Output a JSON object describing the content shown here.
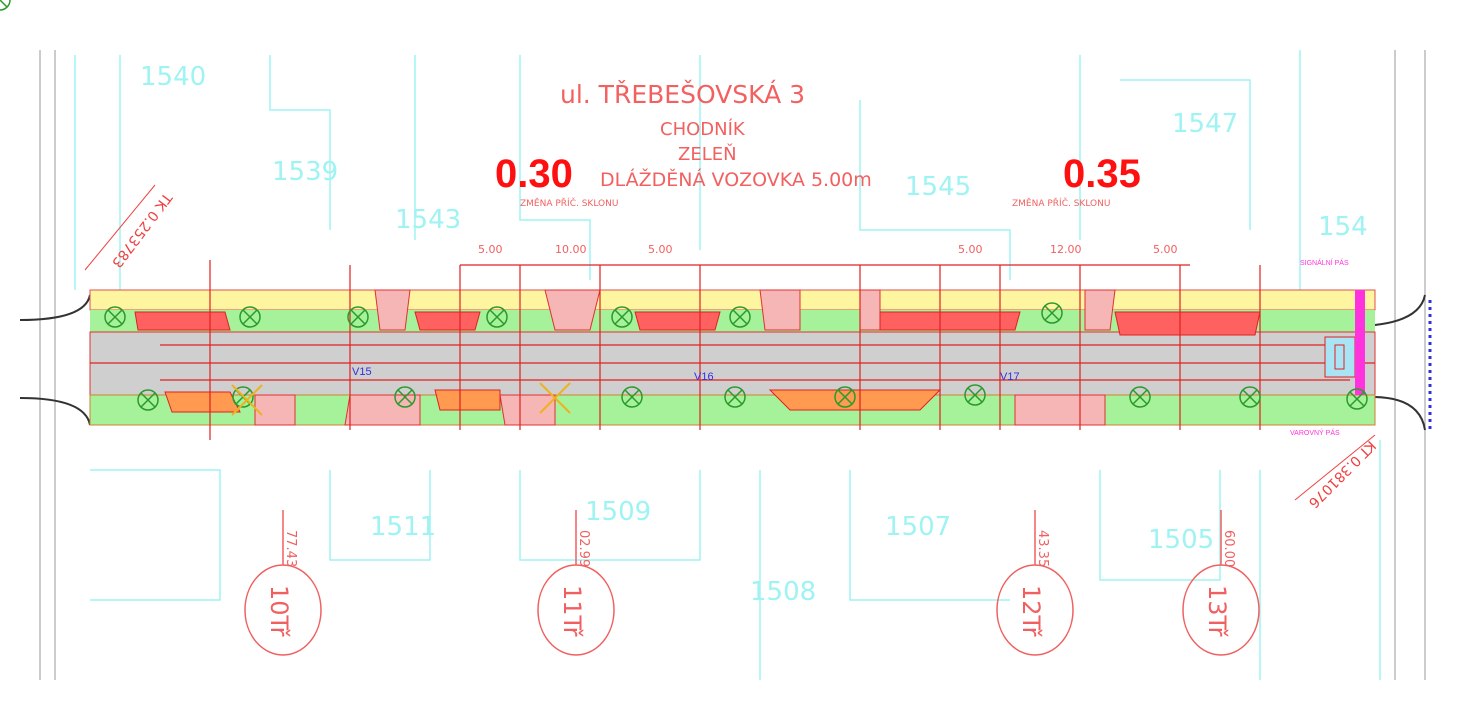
{
  "title": "ul. TŘEBEŠOVSKÁ 3",
  "legend": {
    "line1": "CHODNÍK",
    "line2": "ZELEŇ",
    "line3": "DLÁŽDĚNÁ VOZOVKA 5.00m"
  },
  "slopes": [
    {
      "value": "0.30",
      "note": "ZMĚNA PŘÍČ. SKLONU"
    },
    {
      "value": "0.35",
      "note": "ZMĚNA PŘÍČ. SKLONU"
    }
  ],
  "dimensions": [
    "5.00",
    "10.00",
    "5.00",
    "5.00",
    "12.00",
    "5.00"
  ],
  "chainage": {
    "start": "TK 0.253783",
    "end": "KT 0.381076"
  },
  "sections": [
    {
      "label": "10Tř",
      "station": "77.43"
    },
    {
      "label": "11Tř",
      "station": "02.99"
    },
    {
      "label": "12Tř",
      "station": "43.35"
    },
    {
      "label": "13Tř",
      "station": "60.00"
    }
  ],
  "inlets": [
    "V15",
    "V16",
    "V17"
  ],
  "parcels": [
    "1540",
    "1539",
    "1543",
    "1545",
    "1547",
    "154",
    "1511",
    "1509",
    "1507",
    "1508",
    "1505"
  ],
  "pads": {
    "signal": "SIGNÁLNÍ PÁS",
    "warning": "VAROVNÝ PÁS"
  },
  "colors": {
    "red": "#ff2020",
    "cyan": "#9ff3f3",
    "yellow": "#fdf5a0",
    "green": "#a6f29a",
    "gray": "#cfcfcf",
    "pink": "#f6b6b6",
    "magenta": "#ff33dd",
    "blue": "#3030e0"
  }
}
